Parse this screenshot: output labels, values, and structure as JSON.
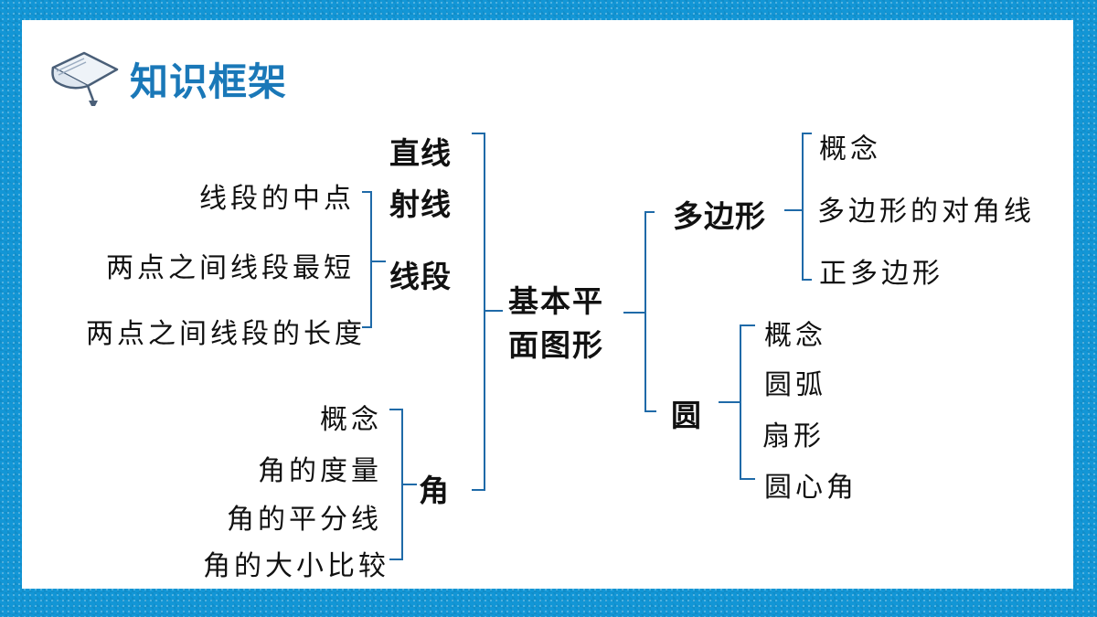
{
  "title": "知识框架",
  "icon": "graduation-cap-icon",
  "colors": {
    "border": "#1296d6",
    "title": "#1a78b8",
    "brackets": "#1f6aa8"
  },
  "center": {
    "line1": "基本平",
    "line2": "面图形"
  },
  "lines_group": {
    "line": "直线",
    "ray": "射线",
    "segment": "线段",
    "segment_items": [
      "线段的中点",
      "两点之间线段最短",
      "两点之间线段的长度"
    ]
  },
  "angle_group": {
    "label": "角",
    "items": [
      "概念",
      "角的度量",
      "角的平分线",
      "角的大小比较"
    ]
  },
  "polygon_group": {
    "label": "多边形",
    "items": [
      "概念",
      "多边形的对角线",
      "正多边形"
    ]
  },
  "circle_group": {
    "label": "圆",
    "items": [
      "概念",
      "圆弧",
      "扇形",
      "圆心角"
    ]
  }
}
